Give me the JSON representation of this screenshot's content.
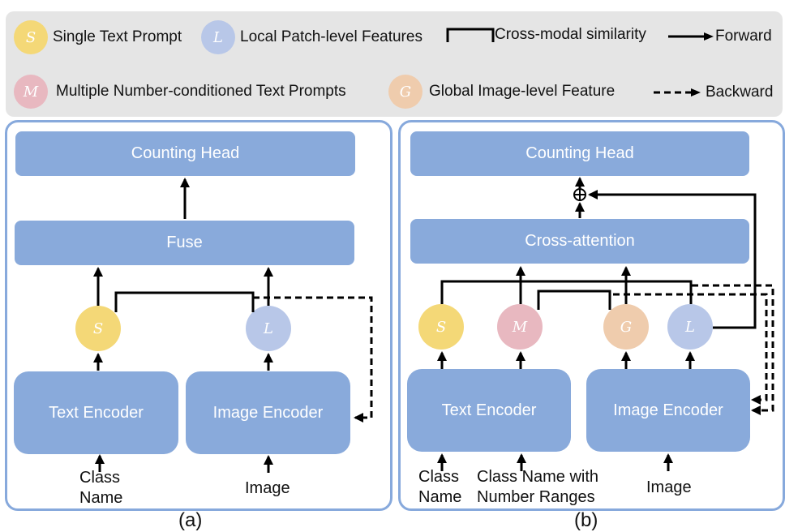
{
  "colors": {
    "single_text_prompt": "#f4d877",
    "local_patch_feature": "#b8c7e8",
    "multiple_prompts": "#e8b8c0",
    "global_image_feature": "#efccad",
    "block_fill": "#89aadb",
    "panel_border": "#87a9dc",
    "legend_bg": "#e5e5e5"
  },
  "legend": {
    "items": [
      {
        "symbol": "S",
        "label": "Single Text Prompt"
      },
      {
        "symbol": "L",
        "label": "Local Patch-level Features"
      },
      {
        "symbol": "",
        "label": "Cross-modal similarity"
      },
      {
        "symbol": "",
        "label": "Forward"
      },
      {
        "symbol": "M",
        "label": "Multiple Number-conditioned Text Prompts"
      },
      {
        "symbol": "G",
        "label": "Global Image-level Feature"
      },
      {
        "symbol": "",
        "label": "Backward"
      }
    ]
  },
  "panel_a": {
    "caption": "(a)",
    "counting_head": "Counting Head",
    "fuse": "Fuse",
    "node_s": "S",
    "node_l": "L",
    "text_encoder": "Text Encoder",
    "image_encoder": "Image Encoder",
    "input_text_line1": "Class",
    "input_text_line2": "Name",
    "input_image": "Image"
  },
  "panel_b": {
    "caption": "(b)",
    "counting_head": "Counting Head",
    "cross_attention": "Cross-attention",
    "add_symbol": "⊕",
    "node_s": "S",
    "node_m": "M",
    "node_g": "G",
    "node_l": "L",
    "text_encoder": "Text Encoder",
    "image_encoder": "Image Encoder",
    "input_class_line1": "Class",
    "input_class_line2": "Name",
    "input_ranges_line1": "Class Name with",
    "input_ranges_line2": "Number Ranges",
    "input_image": "Image"
  }
}
